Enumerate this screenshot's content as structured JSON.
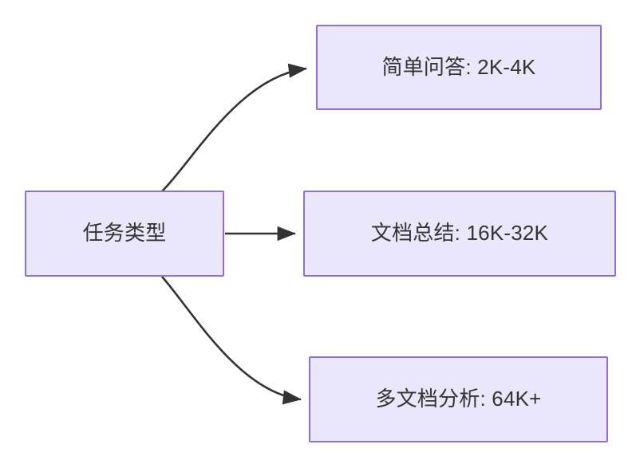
{
  "diagram": {
    "type": "flowchart",
    "direction": "left-to-right",
    "background_color": "#ffffff",
    "node_fill_color": "#eae7fb",
    "node_border_color": "#8e6fd8",
    "node_text_color": "#333333",
    "edge_color": "#333333",
    "nodes": [
      {
        "id": "root",
        "label": "任务类型"
      },
      {
        "id": "simple_qa",
        "label": "简单问答: 2K-4K"
      },
      {
        "id": "doc_summary",
        "label": "文档总结: 16K-32K"
      },
      {
        "id": "multi_doc",
        "label": "多文档分析: 64K+"
      }
    ],
    "edges": [
      {
        "from": "root",
        "to": "simple_qa",
        "style": "curved",
        "arrow": "arrowhead-end"
      },
      {
        "from": "root",
        "to": "doc_summary",
        "style": "straight",
        "arrow": "arrowhead-end"
      },
      {
        "from": "root",
        "to": "multi_doc",
        "style": "curved",
        "arrow": "arrowhead-end"
      }
    ]
  }
}
